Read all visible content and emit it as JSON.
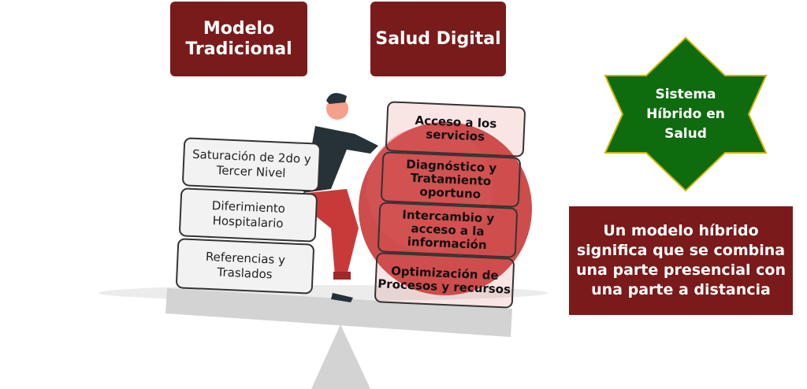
{
  "headers": {
    "traditional": "Modelo Tradicional",
    "digital": "Salud Digital"
  },
  "traditional_items": [
    "Saturación de 2do y Tercer Nivel",
    "Diferimiento Hospitalario",
    "Referencias y Traslados"
  ],
  "digital_items": [
    "Acceso a los servicios",
    "Diagnóstico y Tratamiento oportuno",
    "Intercambio y acceso a la información",
    "Optimización de Procesos y recursos"
  ],
  "star_label": "Sistema Híbrido en Salud",
  "definition": "Un modelo híbrido significa que se combina una parte presencial con una parte a distancia",
  "colors": {
    "maroon": "#7a1b1b",
    "star": "#0e6b0e",
    "star_border": "#c9b400",
    "circle": "#c83a3a",
    "plank": "#d0d0d0"
  }
}
